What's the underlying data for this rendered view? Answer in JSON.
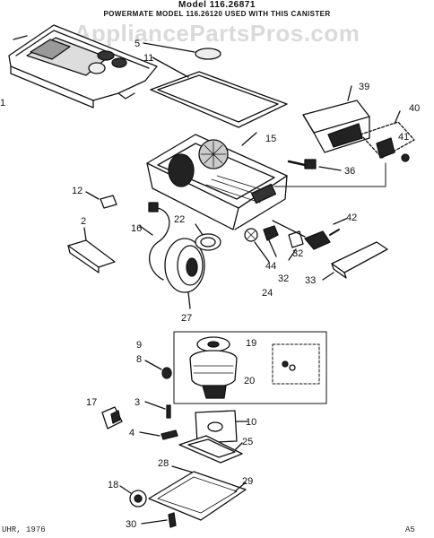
{
  "header": {
    "model": "Model 116.26871",
    "note": "POWERMATE MODEL 116.26120 USED WITH THIS CANISTER"
  },
  "watermark": "AppliancePartsPros.com",
  "footer": {
    "left": "UHR, 1976",
    "right": "A5"
  },
  "parts": {
    "p1": "1",
    "p2": "2",
    "p3": "3",
    "p4": "4",
    "p5": "5",
    "p8": "8",
    "p9": "9",
    "p10": "10",
    "p11": "11",
    "p12": "12",
    "p15": "15",
    "p16": "16",
    "p17": "17",
    "p18": "18",
    "p19": "19",
    "p20": "20",
    "p22": "22",
    "p24": "24",
    "p25": "25",
    "p27": "27",
    "p28": "28",
    "p29": "29",
    "p30": "30",
    "p32a": "32",
    "p32b": "32",
    "p33": "33",
    "p36": "36",
    "p39": "39",
    "p40": "40",
    "p41": "41",
    "p42": "42",
    "p44": "44"
  }
}
